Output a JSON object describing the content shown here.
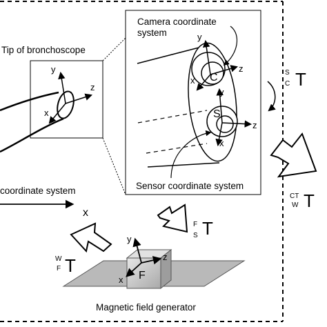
{
  "labels": {
    "tip_of_bronchoscope": "Tip of bronchoscope",
    "camera_coordinate_system_line1": "Camera coordinate",
    "camera_coordinate_system_line2": "system",
    "sensor_coordinate_system": "Sensor coordinate system",
    "ct_coordinate_system_partial": "coordinate system",
    "ct_axis_x": "x",
    "magnetic_field_generator": "Magnetic field generator"
  },
  "axes": {
    "tip": {
      "x": "x",
      "y": "y",
      "z": "z"
    },
    "camera": {
      "x": "x",
      "y": "y",
      "z": "z",
      "origin": "C"
    },
    "sensor": {
      "x": "x",
      "y": "y",
      "z": "z",
      "origin": "S"
    },
    "field_generator": {
      "x": "x",
      "y": "y",
      "z": "z",
      "origin": "F"
    }
  },
  "transforms": {
    "sensor_to_camera": {
      "symbol": "T",
      "sup": "S",
      "sub": "C"
    },
    "world_to_ct": {
      "symbol": "T",
      "sup": "CT",
      "sub": "W"
    },
    "sensor_to_field": {
      "symbol": "T",
      "sup": "F",
      "sub": "S"
    },
    "field_to_world": {
      "symbol": "T",
      "sup": "W",
      "sub": "F"
    }
  }
}
